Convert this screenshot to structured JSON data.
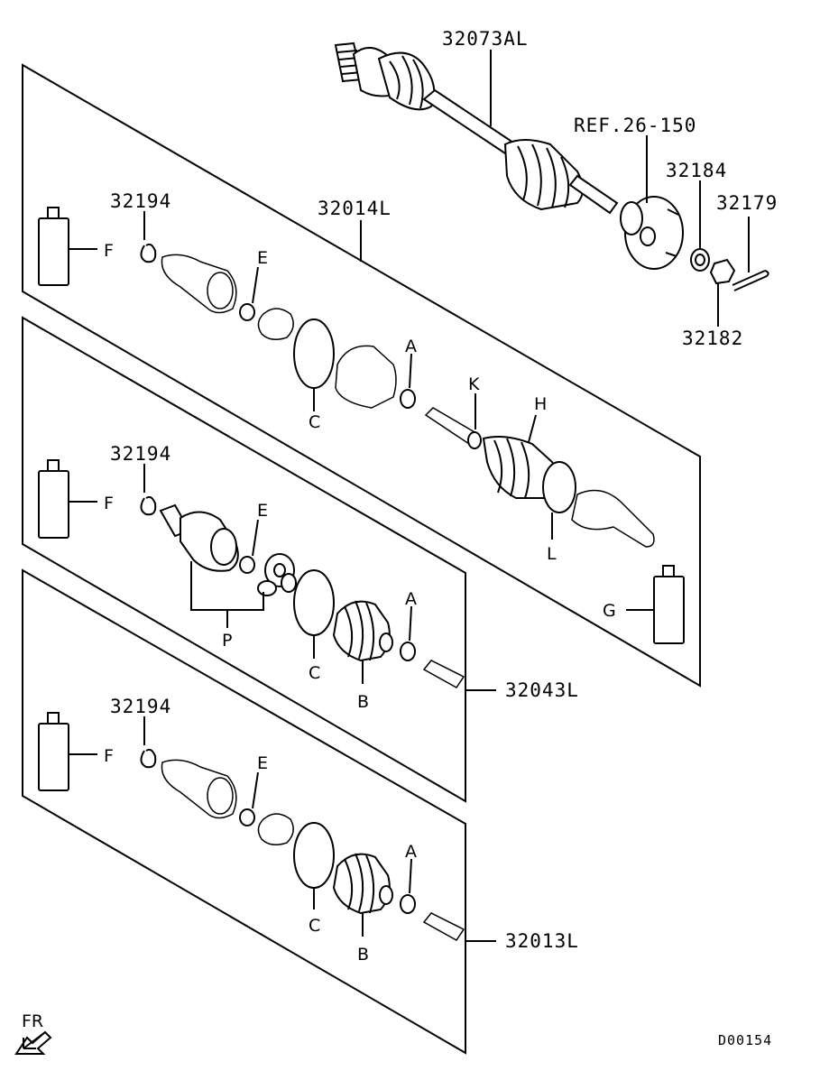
{
  "labels": {
    "p32073AL": "32073AL",
    "ref": "REF.26-150",
    "p32184": "32184",
    "p32179": "32179",
    "p32182": "32182",
    "p32014L": "32014L",
    "p32043L": "32043L",
    "p32013L": "32013L",
    "p32194": "32194",
    "F": "F",
    "E": "E",
    "A": "A",
    "B": "B",
    "C": "C",
    "G": "G",
    "H": "H",
    "K": "K",
    "L": "L",
    "P": "P",
    "fr": "FR",
    "code": "D00154"
  }
}
